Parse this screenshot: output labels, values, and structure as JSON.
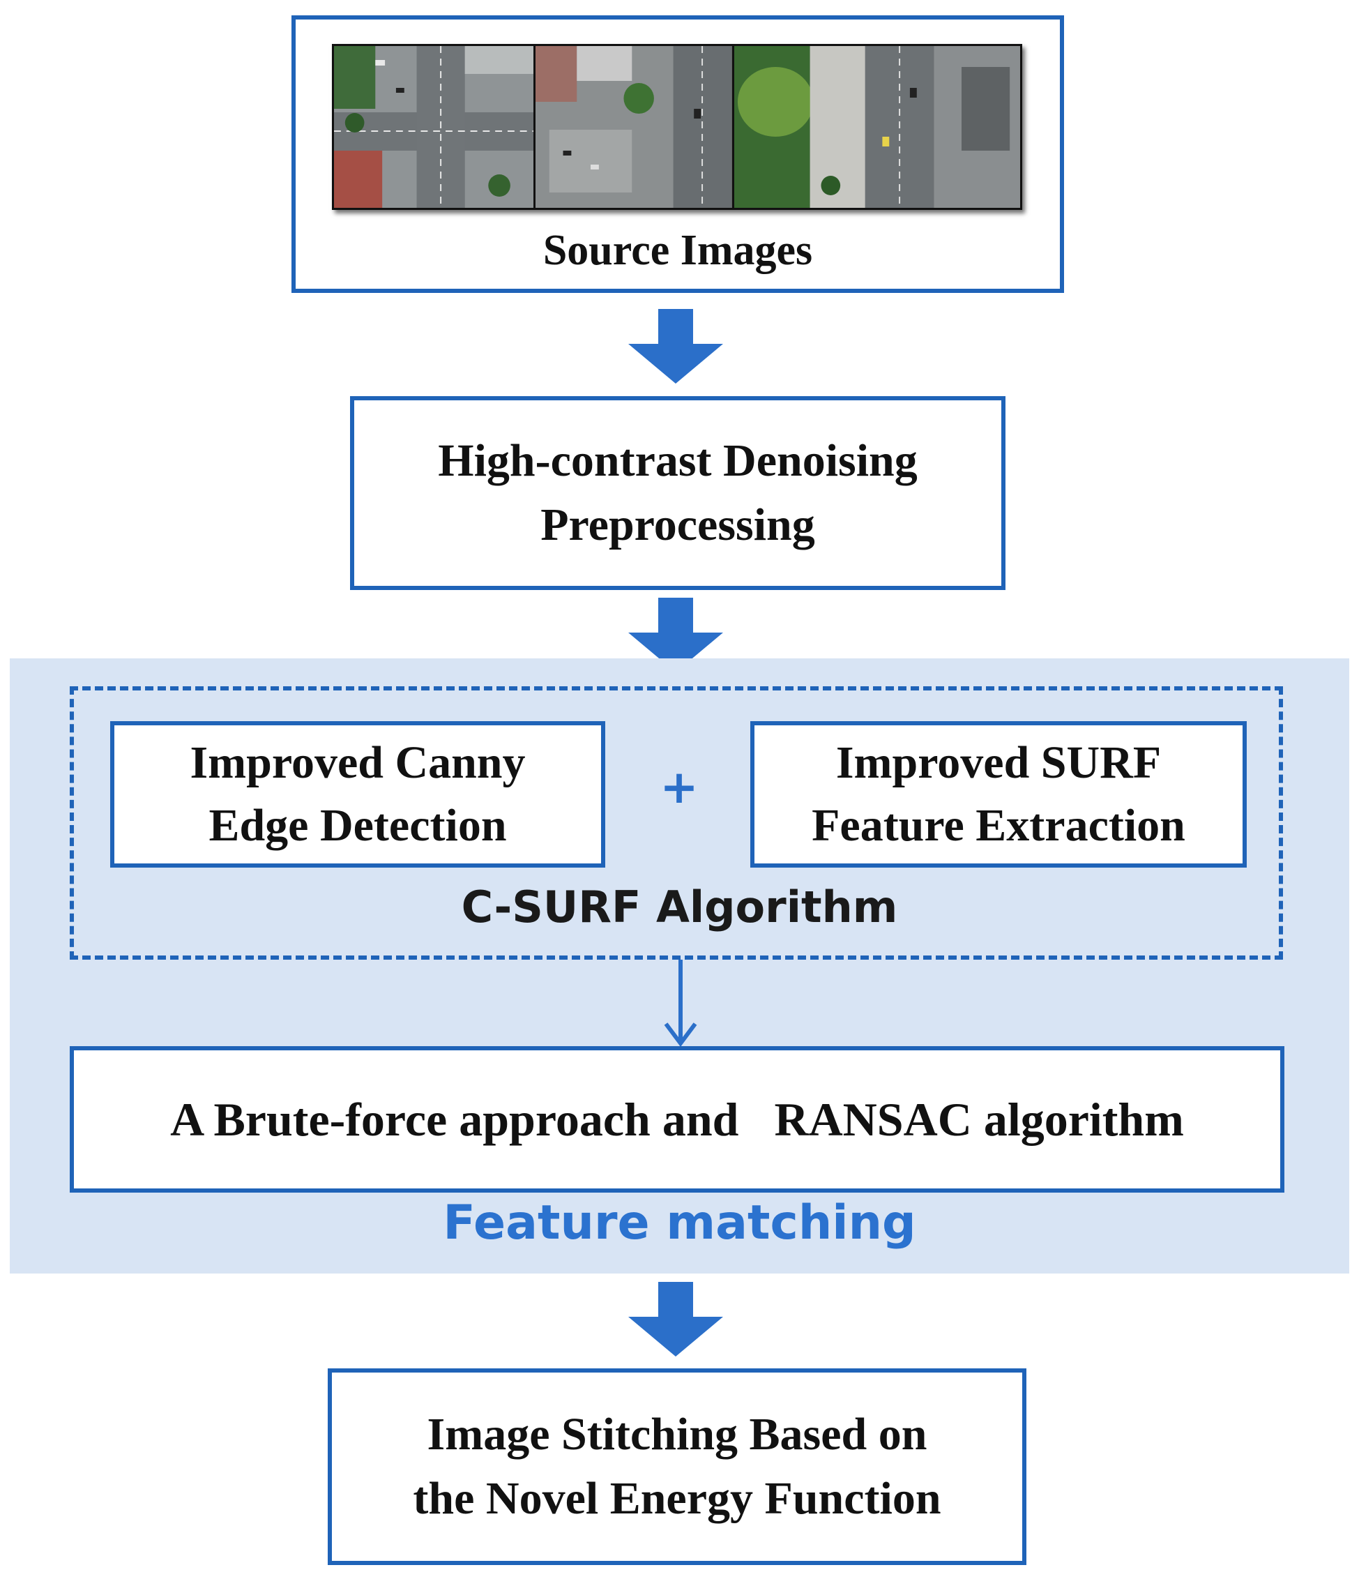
{
  "source": {
    "label": "Source Images"
  },
  "preprocess": {
    "lines": [
      "High-contrast Denoising",
      "Preprocessing"
    ]
  },
  "csurf": {
    "canny_lines": [
      "Improved Canny",
      "Edge Detection"
    ],
    "plus": "+",
    "surf_lines": [
      "Improved SURF",
      "Feature Extraction"
    ],
    "label": "C-SURF Algorithm"
  },
  "matching": {
    "box_text": "A Brute-force approach and   RANSAC algorithm",
    "label": "Feature matching"
  },
  "stitching": {
    "lines": [
      "Image Stitching Based on",
      "the Novel Energy Function"
    ]
  },
  "colors": {
    "border_blue": "#1f63b8",
    "arrow_blue": "#2b6fc9",
    "panel_fill": "#d8e4f4",
    "label_blue": "#2b72cf"
  }
}
